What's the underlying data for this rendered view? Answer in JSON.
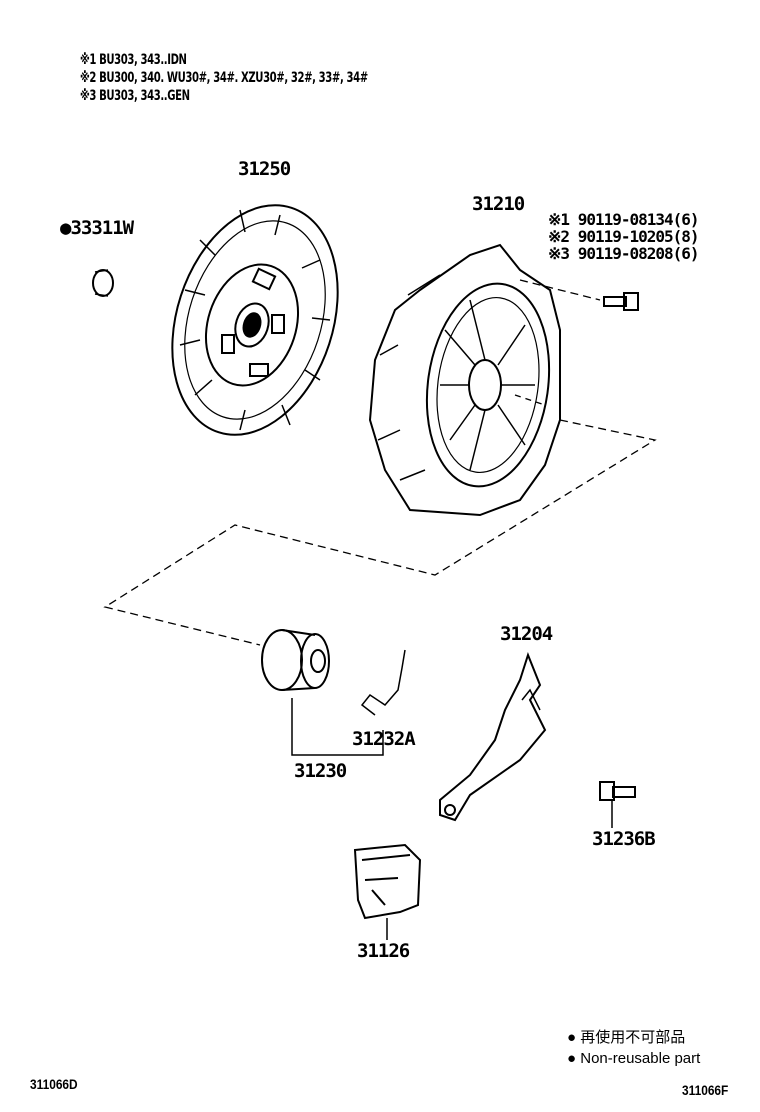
{
  "notes": [
    {
      "mark": "※1",
      "text": "BU303, 343..IDN"
    },
    {
      "mark": "※2",
      "text": "BU300, 340. WU30#, 34#. XZU30#, 32#, 33#, 34#"
    },
    {
      "mark": "※3",
      "text": "BU303, 343..GEN"
    }
  ],
  "parts": {
    "clutch_disc": "31250",
    "plug": "●33311W",
    "clutch_cover": "31210",
    "release_fork": "31204",
    "clip": "31232A",
    "release_bearing": "31230",
    "fork_support": "31236B",
    "boot": "31126"
  },
  "bolts": [
    {
      "mark": "※1",
      "text": "90119-08134(6)"
    },
    {
      "mark": "※2",
      "text": "90119-10205(8)"
    },
    {
      "mark": "※3",
      "text": "90119-08208(6)"
    }
  ],
  "legend": {
    "jp": "再使用不可部品",
    "en": "Non-reusable part"
  },
  "codes": {
    "left": "311066D",
    "right": "311066F"
  }
}
